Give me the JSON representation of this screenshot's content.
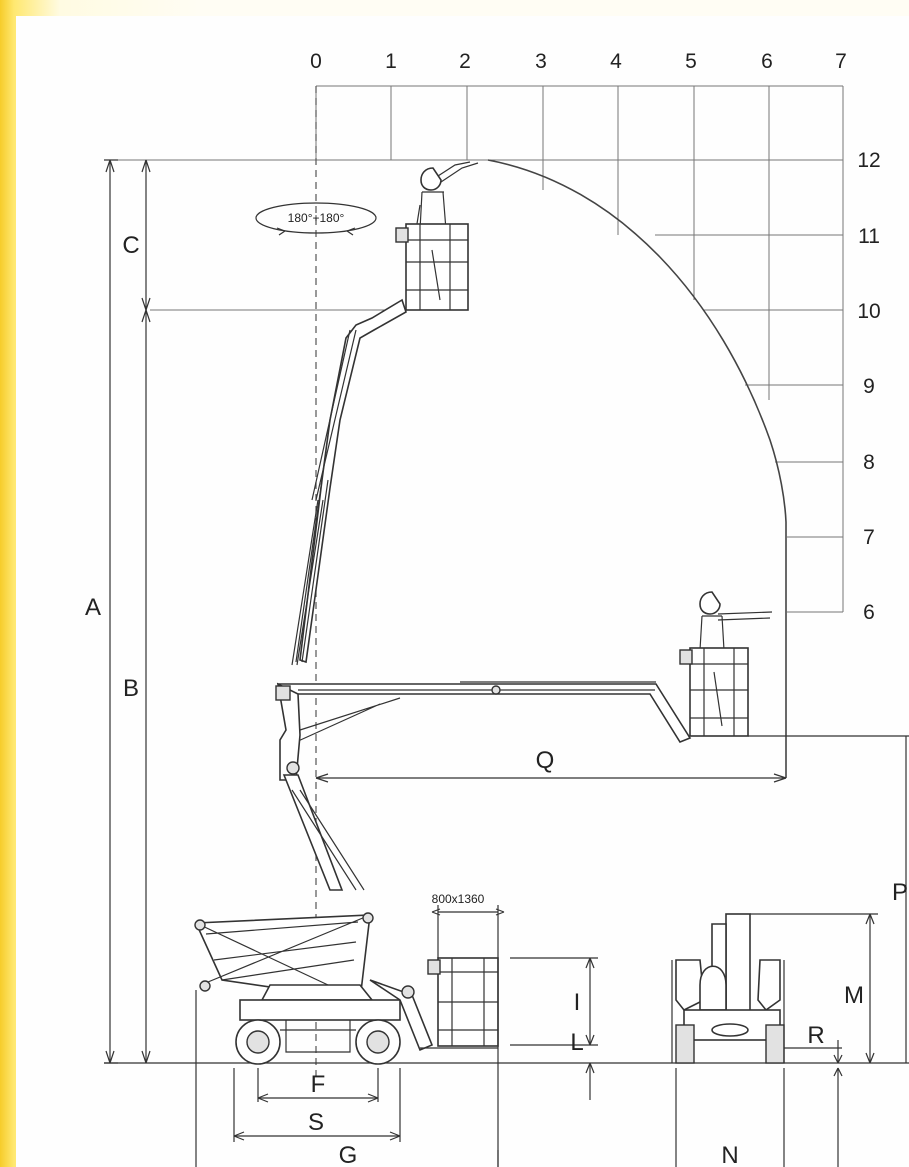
{
  "top_scale": [
    "0",
    "1",
    "2",
    "3",
    "4",
    "5",
    "6",
    "7"
  ],
  "right_scale": [
    "12",
    "11",
    "10",
    "9",
    "8",
    "7",
    "6"
  ],
  "dimension_labels": {
    "A": "A",
    "B": "B",
    "C": "C",
    "Q": "Q",
    "P": "P",
    "M": "M",
    "I": "I",
    "L": "L",
    "R": "R",
    "F": "F",
    "S": "S",
    "G": "G",
    "N": "N"
  },
  "rotation_label": "180°+180°",
  "basket_size_label": "800x1360",
  "colors": {
    "background": "#fff9c8",
    "frame_left": "#f6cc2a",
    "sheet": "#fefefe",
    "ink": "#333333"
  }
}
